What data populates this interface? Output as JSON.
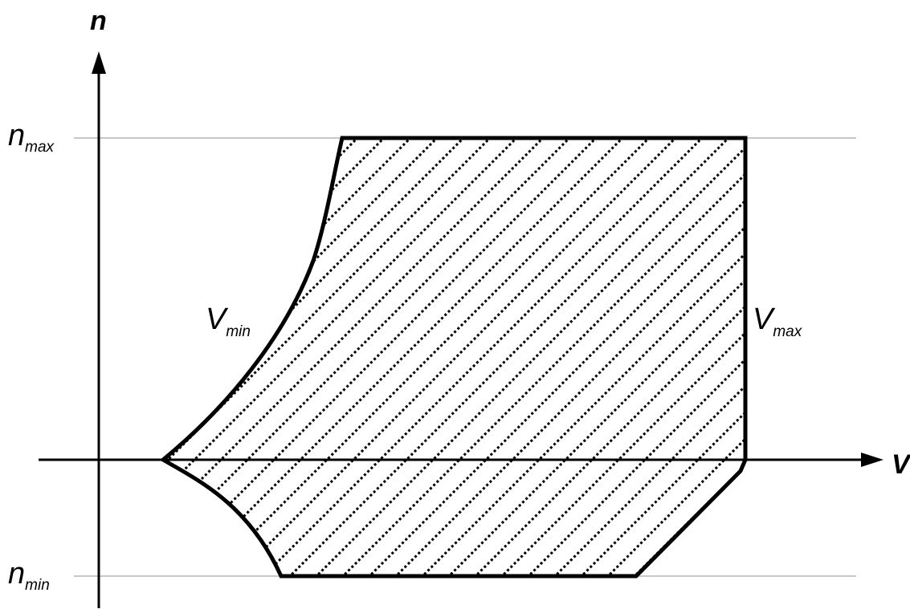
{
  "axes": {
    "y_label": "n",
    "x_label": "V"
  },
  "labels": {
    "n_max": {
      "main": "n",
      "sub": "max"
    },
    "n_min": {
      "main": "n",
      "sub": "min"
    },
    "v_min": {
      "main": "V",
      "sub": "min"
    },
    "v_max": {
      "main": "V",
      "sub": "max"
    }
  },
  "colors": {
    "ink": "#000000",
    "guide": "#b5b5b5",
    "background": "#ffffff"
  }
}
